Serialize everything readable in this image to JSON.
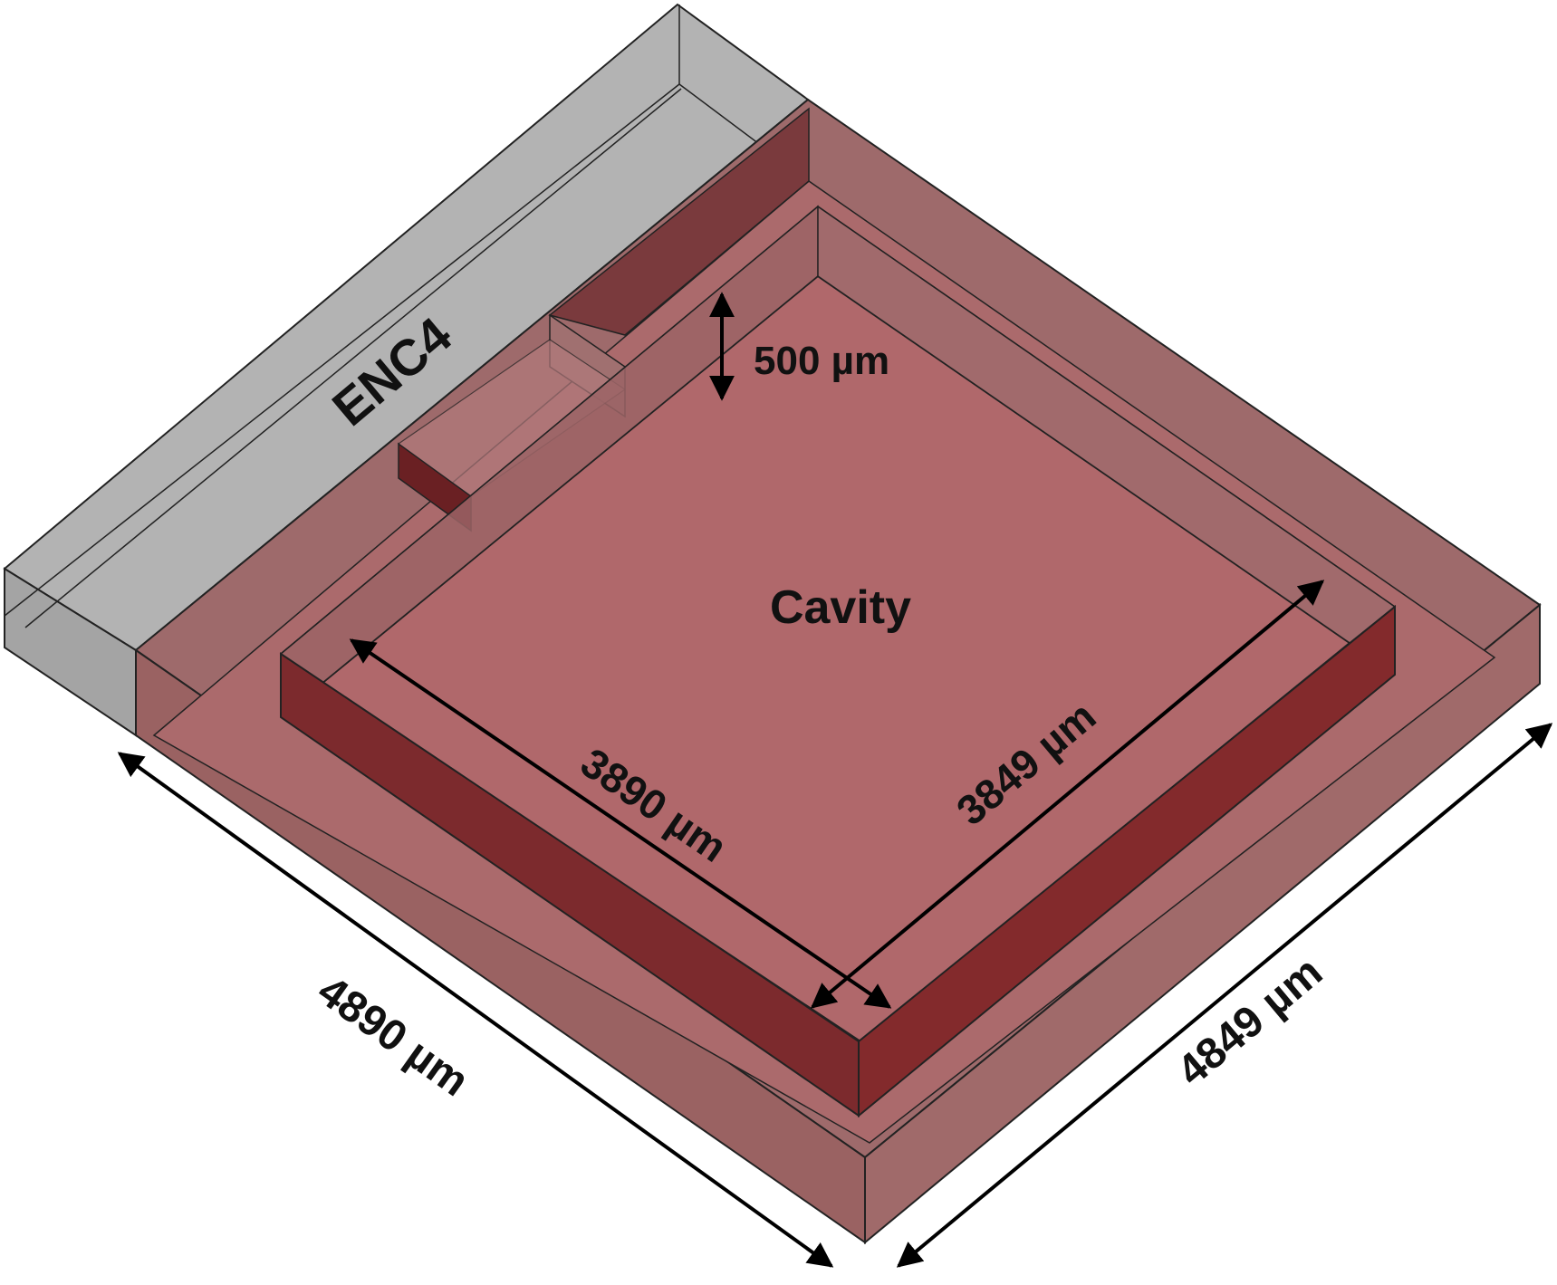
{
  "labels": {
    "enc": "ENC4",
    "cavity": "Cavity",
    "depth": "500 µm",
    "inner_length": "3890 µm",
    "inner_width": "3849 µm",
    "outer_length": "4890 µm",
    "outer_width": "4849 µm"
  },
  "colors": {
    "enc4_block": "#a8a8a8",
    "enclosure_body": "#9c6b6b",
    "cavity_floor": "#b0686b",
    "inner_wall": "#7c2a2d",
    "outline": "#111111",
    "arrow": "#000000"
  }
}
